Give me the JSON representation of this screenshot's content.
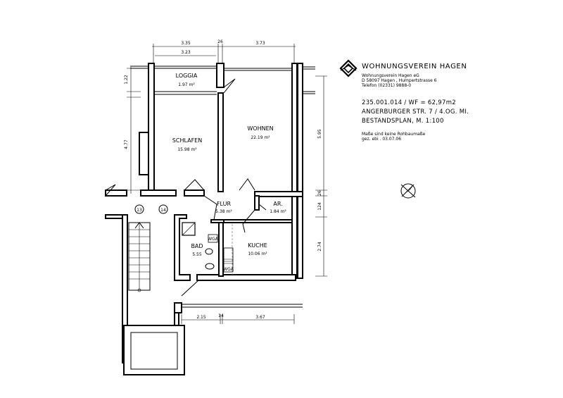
{
  "header": {
    "brand": "WOHNUNGSVEREIN HAGEN",
    "address_lines": [
      "Wohnungsverein Hagen eG",
      "D 58097 Hagen , Humpertstrasse 6",
      "Telefon (02331) 9888-0"
    ],
    "plan_lines": [
      "235.001.014 / WF = 62,97m2",
      "ANGERBURGER STR. 7 / 4.OG. MI.",
      "BESTANDSPLAN, M. 1:100"
    ],
    "note_lines": [
      "Maße sind keine Rohbaumaße",
      "gez. ebi . 03.07.06"
    ]
  },
  "rooms": {
    "loggia": {
      "name": "LOGGIA",
      "area": "1.97 m²"
    },
    "schlafen": {
      "name": "SCHLAFEN",
      "area": "15.98 m²"
    },
    "wohnen": {
      "name": "WOHNEN",
      "area": "22.19 m²"
    },
    "flur": {
      "name": "FLUR",
      "area": "5.38 m²"
    },
    "abstell": {
      "name": "AR.",
      "area": "1.84 m²"
    },
    "bad": {
      "name": "BAD",
      "area": "5.55"
    },
    "kueche": {
      "name": "KUCHE",
      "area": "10.06 m²"
    }
  },
  "fixtures": {
    "wga1": "WGA",
    "wga2": "WGA"
  },
  "apartments": {
    "left": "13",
    "right": "14"
  },
  "dimensions": {
    "top": [
      "3.35",
      "26",
      "3.73",
      "3.23"
    ],
    "left": [
      "1.22",
      "4.77"
    ],
    "right": [
      "5.95",
      "26",
      "124",
      "2.74"
    ],
    "bottom": [
      "2.15",
      "14",
      "3.67"
    ]
  }
}
